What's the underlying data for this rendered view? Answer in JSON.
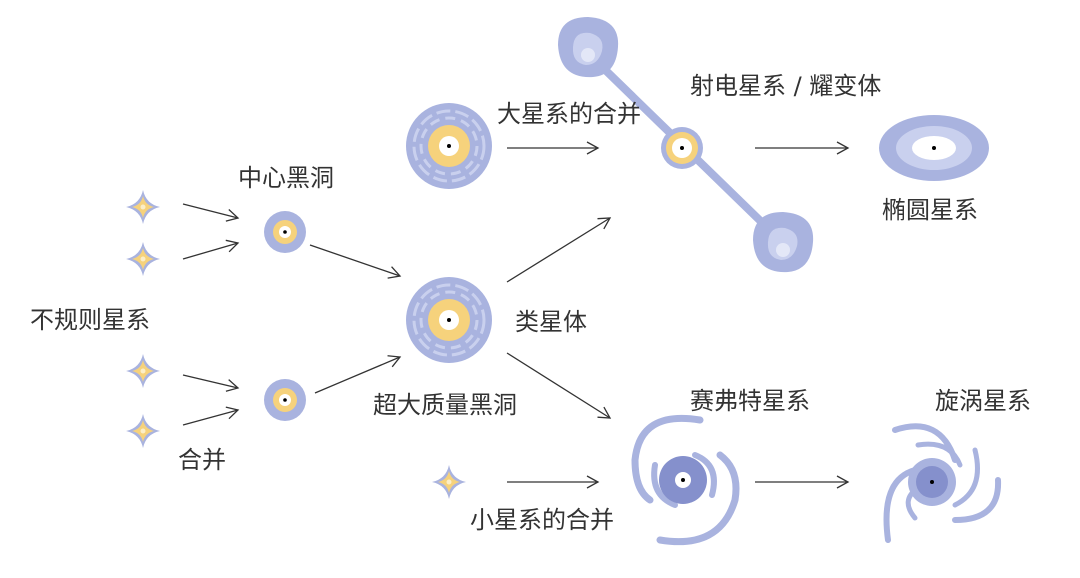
{
  "labels": {
    "central_black_hole": "中心黑洞",
    "big_galaxy_merger": "大星系的合并",
    "radio_galaxy_blazar": "射电星系 / 耀变体",
    "elliptical_galaxy": "椭圆星系",
    "irregular_galaxy": "不规则星系",
    "quasar": "类星体",
    "supermassive_black_hole": "超大质量黑洞",
    "seyfert_galaxy": "赛弗特星系",
    "spiral_galaxy": "旋涡星系",
    "merger": "合并",
    "small_galaxy_merger": "小星系的合并"
  },
  "colors": {
    "blue": "#a9b3df",
    "blue_light": "#c9d0ee",
    "blue_dark": "#8590cc",
    "yellow": "#f6d27c",
    "text": "#333333"
  }
}
